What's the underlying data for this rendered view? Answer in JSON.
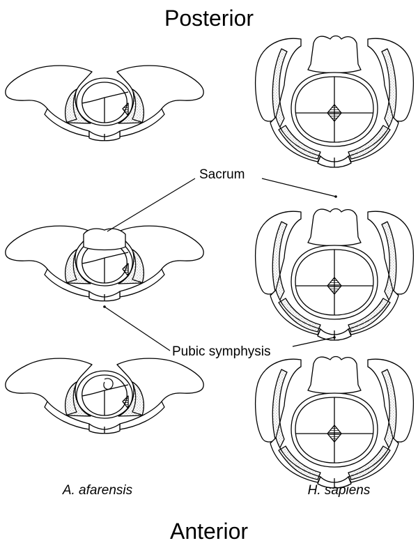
{
  "titles": {
    "top": "Posterior",
    "bottom": "Anterior"
  },
  "labels": {
    "sacrum": "Sacrum",
    "pubic_symphysis": "Pubic symphysis"
  },
  "species": {
    "left": "A. afarensis",
    "right": "H. sapiens"
  },
  "colors": {
    "ink": "#000000",
    "bone_fill": "#ffffff",
    "stipple": "#6b6b6b",
    "background": "#ffffff"
  }
}
